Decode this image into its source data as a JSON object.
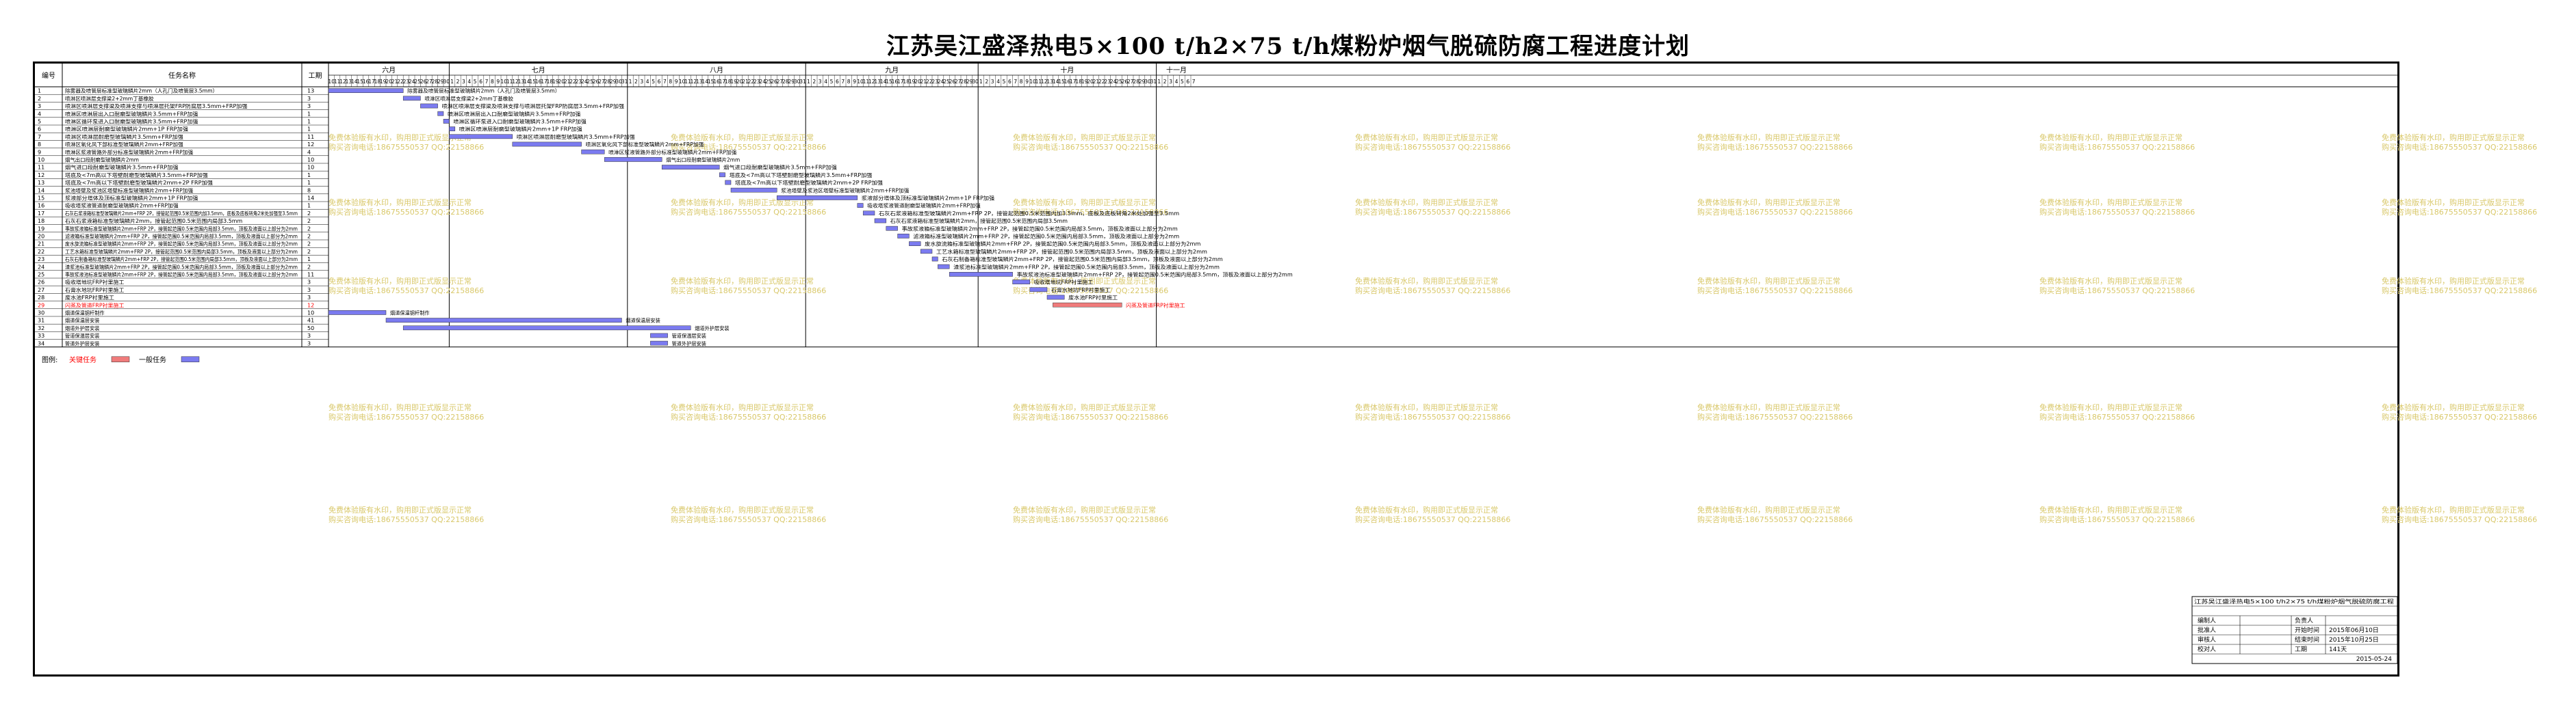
{
  "title": "江苏吴江盛泽热电5×100 t/h2×75 t/h煤粉炉烟气脱硫防腐工程进度计划",
  "colors": {
    "normal": "#7b7bf0",
    "critical": "#f07b7b",
    "critical_text": "#ff0000",
    "watermark": "#d9c86a",
    "line": "#000000"
  },
  "header": {
    "no": "编号",
    "task": "任务名称",
    "duration": "工期"
  },
  "months": [
    {
      "label": "六月",
      "start_day": 10,
      "end_day": 30
    },
    {
      "label": "七月",
      "start_day": 1,
      "end_day": 31
    },
    {
      "label": "八月",
      "start_day": 1,
      "end_day": 31
    },
    {
      "label": "九月",
      "start_day": 1,
      "end_day": 30
    },
    {
      "label": "十月",
      "start_day": 1,
      "end_day": 31
    },
    {
      "label": "十一月",
      "start_day": 1,
      "end_day": 7
    }
  ],
  "watermark": {
    "line1": "免费体验版有水印，购用即正式版显示正常",
    "line2": "购买咨询电话:18675550537 QQ:22158866"
  },
  "legend": {
    "label": "图例:",
    "critical": "关键任务",
    "normal": "一般任务"
  },
  "footer": {
    "project": "江苏吴江盛泽热电5×100 t/h2×75 t/h煤粉炉烟气脱硫防腐工程",
    "rows": [
      {
        "label": "编制人",
        "value": "",
        "label2": "负责人",
        "value2": ""
      },
      {
        "label": "批准人",
        "value": "",
        "label2": "开始时间",
        "value2": "2015年06月10日"
      },
      {
        "label": "审核人",
        "value": "",
        "label2": "结束时间",
        "value2": "2015年10月25日"
      },
      {
        "label": "校对人",
        "value": "",
        "label2": "工期",
        "value2": "141天"
      }
    ],
    "date": "2015-05-24"
  },
  "chart_data": {
    "type": "gantt",
    "title": "江苏吴江盛泽热电5×100 t/h2×75 t/h煤粉炉烟气脱硫防腐工程进度计划",
    "x_unit": "day",
    "xlim": [
      "2015-06-10",
      "2015-11-07"
    ],
    "tasks": [
      {
        "no": "1",
        "name": "除雾器及喷管层标准型玻璃鳞片2mm（人孔门及喷管层3.5mm）",
        "duration": 13,
        "start": "2015-06-10",
        "critical": false
      },
      {
        "no": "2",
        "name": "喷淋区喷淋层支撑梁2+2mm丁基橡胶",
        "duration": 3,
        "start": "2015-06-23",
        "critical": false
      },
      {
        "no": "3",
        "name": "喷淋区喷淋层支撑梁及喷淋支撑与喷淋层托架FRP防腐层3.5mm+FRP加强",
        "duration": 3,
        "start": "2015-06-26",
        "critical": false
      },
      {
        "no": "4",
        "name": "喷淋区喷淋层出入口耐磨型玻璃鳞片3.5mm+FRP加强",
        "duration": 1,
        "start": "2015-06-29",
        "critical": false
      },
      {
        "no": "5",
        "name": "喷淋区循环泵进入口耐磨型玻璃鳞片3.5mm+FRP加强",
        "duration": 1,
        "start": "2015-06-30",
        "critical": false
      },
      {
        "no": "6",
        "name": "喷淋区喷淋层耐磨型玻璃鳞片2mm+1P FRP加强",
        "duration": 1,
        "start": "2015-07-01",
        "critical": false
      },
      {
        "no": "7",
        "name": "喷淋区喷淋层耐磨型玻璃鳞片3.5mm+FRP加强",
        "duration": 11,
        "start": "2015-07-01",
        "critical": false
      },
      {
        "no": "8",
        "name": "喷淋区氧化风下部标准型玻璃鳞片2mm+FRP加强",
        "duration": 12,
        "start": "2015-07-12",
        "critical": false
      },
      {
        "no": "9",
        "name": "喷淋区浆液管路外部分标准型玻璃鳞片2mm+FRP加强",
        "duration": 4,
        "start": "2015-07-24",
        "critical": false
      },
      {
        "no": "10",
        "name": "烟气出口段耐磨型玻璃鳞片2mm",
        "duration": 10,
        "start": "2015-07-28",
        "critical": false
      },
      {
        "no": "11",
        "name": "烟气进口段耐磨型玻璃鳞片3.5mm+FRP加强",
        "duration": 10,
        "start": "2015-08-07",
        "critical": false
      },
      {
        "no": "12",
        "name": "塔底及<7m高以下塔壁耐磨型玻璃鳞片3.5mm+FRP加强",
        "duration": 1,
        "start": "2015-08-17",
        "critical": false
      },
      {
        "no": "13",
        "name": "塔底及<7m高以下塔壁耐磨型玻璃鳞片2mm+2P FRP加强",
        "duration": 1,
        "start": "2015-08-18",
        "critical": false
      },
      {
        "no": "14",
        "name": "浆池塔壁及浆池区塔壁标准型玻璃鳞片2mm+FRP加强",
        "duration": 8,
        "start": "2015-08-19",
        "critical": false
      },
      {
        "no": "15",
        "name": "浆液部分塔体及顶标准型玻璃鳞片2mm+1P FRP加强",
        "duration": 14,
        "start": "2015-08-27",
        "critical": false
      },
      {
        "no": "16",
        "name": "吸收塔浆液管道耐磨型玻璃鳞片2mm+FRP加强",
        "duration": 1,
        "start": "2015-09-10",
        "critical": false
      },
      {
        "no": "17",
        "name": "石灰石浆液箱标准型玻璃鳞片2mm+FRP 2P，接管起范围0.5米范围内加3.5mm，底板及底板转角2米处加强至3.5mm",
        "duration": 2,
        "start": "2015-09-11",
        "critical": false
      },
      {
        "no": "18",
        "name": "石灰石浆液箱标准型玻璃鳞片2mm，接管起范围0.5米范围内局部3.5mm",
        "duration": 2,
        "start": "2015-09-13",
        "critical": false
      },
      {
        "no": "19",
        "name": "事故浆液箱标准型玻璃鳞片2mm+FRP 2P，接管起范围0.5米范围内局部3.5mm，顶板及液面以上部分为2mm",
        "duration": 2,
        "start": "2015-09-15",
        "critical": false
      },
      {
        "no": "20",
        "name": "滤液箱标准型玻璃鳞片2mm+FRP 2P，接管起范围0.5米范围内局部3.5mm，顶板及液面以上部分为2mm",
        "duration": 2,
        "start": "2015-09-17",
        "critical": false
      },
      {
        "no": "21",
        "name": "废水旋流箱标准型玻璃鳞片2mm+FRP 2P，接管起范围0.5米范围内局部3.5mm，顶板及液面以上部分为2mm",
        "duration": 2,
        "start": "2015-09-19",
        "critical": false
      },
      {
        "no": "22",
        "name": "工艺水箱标准型玻璃鳞片2mm+FRP 2P，接管起范围0.5米范围内局部3.5mm，顶板及液面以上部分为2mm",
        "duration": 2,
        "start": "2015-09-21",
        "critical": false
      },
      {
        "no": "23",
        "name": "石灰石制备箱标准型玻璃鳞片2mm+FRP 2P，接管起范围0.5米范围内局部3.5mm，顶板及液面以上部分为2mm",
        "duration": 1,
        "start": "2015-09-23",
        "critical": false
      },
      {
        "no": "24",
        "name": "渣浆池标准型玻璃鳞片2mm+FRP 2P，接管起范围0.5米范围内局部3.5mm，顶板及液面以上部分为2mm",
        "duration": 2,
        "start": "2015-09-24",
        "critical": false
      },
      {
        "no": "25",
        "name": "事故浆液池标准型玻璃鳞片2mm+FRP 2P，接管起范围0.5米范围内局部3.5mm，顶板及液面以上部分为2mm",
        "duration": 11,
        "start": "2015-09-26",
        "critical": false
      },
      {
        "no": "26",
        "name": "吸收塔地坑FRP衬里施工",
        "duration": 3,
        "start": "2015-10-07",
        "critical": false
      },
      {
        "no": "27",
        "name": "石膏水地坑FRP衬里施工",
        "duration": 3,
        "start": "2015-10-10",
        "critical": false
      },
      {
        "no": "28",
        "name": "废水池FRP衬里施工",
        "duration": 3,
        "start": "2015-10-13",
        "critical": false
      },
      {
        "no": "29",
        "name": "闪蒸及管道FRP衬里施工",
        "duration": 12,
        "start": "2015-10-14",
        "critical": true
      },
      {
        "no": "30",
        "name": "烟道保温钢杆制作",
        "duration": 10,
        "start": "2015-06-10",
        "critical": false
      },
      {
        "no": "31",
        "name": "烟道保温层安装",
        "duration": 41,
        "start": "2015-06-20",
        "critical": false
      },
      {
        "no": "32",
        "name": "烟道外护层安装",
        "duration": 50,
        "start": "2015-06-23",
        "critical": false
      },
      {
        "no": "33",
        "name": "管道保温层安装",
        "duration": 3,
        "start": "2015-08-05",
        "critical": false
      },
      {
        "no": "34",
        "name": "管道外护层安装",
        "duration": 3,
        "start": "2015-08-05",
        "critical": false
      }
    ]
  }
}
